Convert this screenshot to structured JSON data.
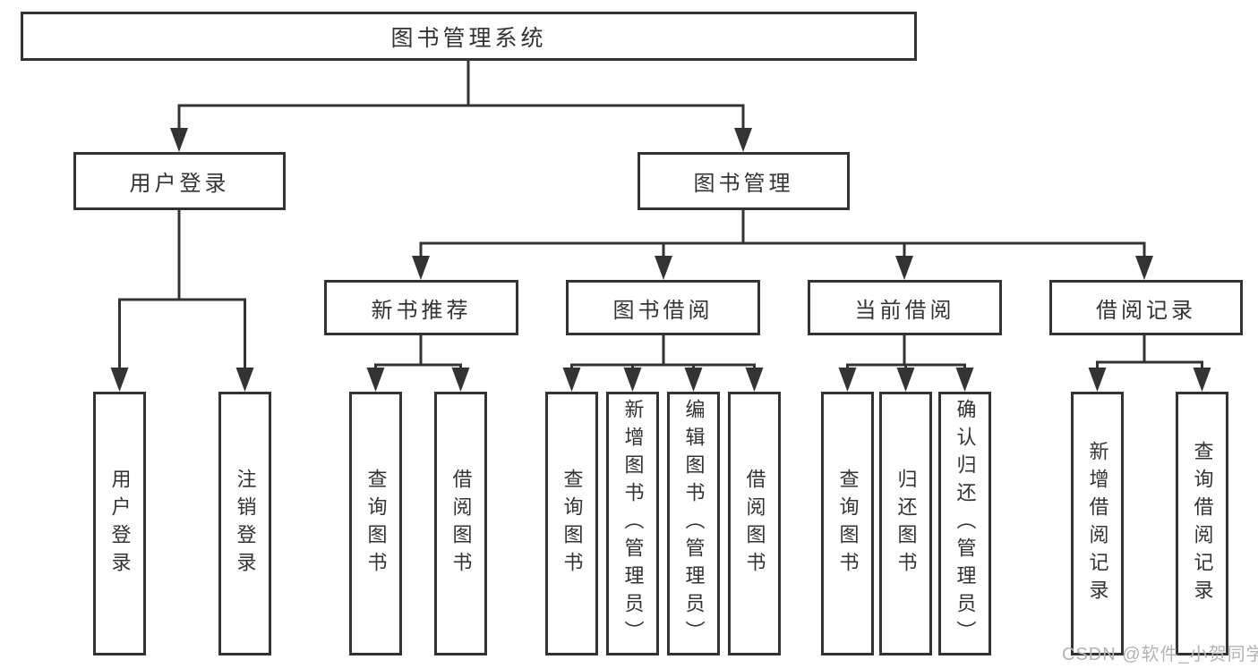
{
  "diagram": {
    "root": {
      "label": "图书管理系统"
    },
    "branches": [
      {
        "label": "用户登录",
        "children": [
          {
            "label": "用户登录"
          },
          {
            "label": "注销登录"
          }
        ]
      },
      {
        "label": "图书管理",
        "sections": [
          {
            "label": "新书推荐",
            "children": [
              {
                "label": "查询图书"
              },
              {
                "label": "借阅图书"
              }
            ]
          },
          {
            "label": "图书借阅",
            "children": [
              {
                "label": "查询图书"
              },
              {
                "label": "新增图书（管理员）"
              },
              {
                "label": "编辑图书（管理员）"
              },
              {
                "label": "借阅图书"
              }
            ]
          },
          {
            "label": "当前借阅",
            "children": [
              {
                "label": "查询图书"
              },
              {
                "label": "归还图书"
              },
              {
                "label": "确认归还（管理员）"
              }
            ]
          },
          {
            "label": "借阅记录",
            "children": [
              {
                "label": "新增借阅记录"
              },
              {
                "label": "查询借阅记录"
              }
            ]
          }
        ]
      }
    ]
  },
  "watermark": {
    "text": "CSDN @软件_小贺同学"
  },
  "colors": {
    "line": "#333333",
    "text": "#333333",
    "watermark": "#b3b3b3",
    "background": "#ffffff"
  }
}
